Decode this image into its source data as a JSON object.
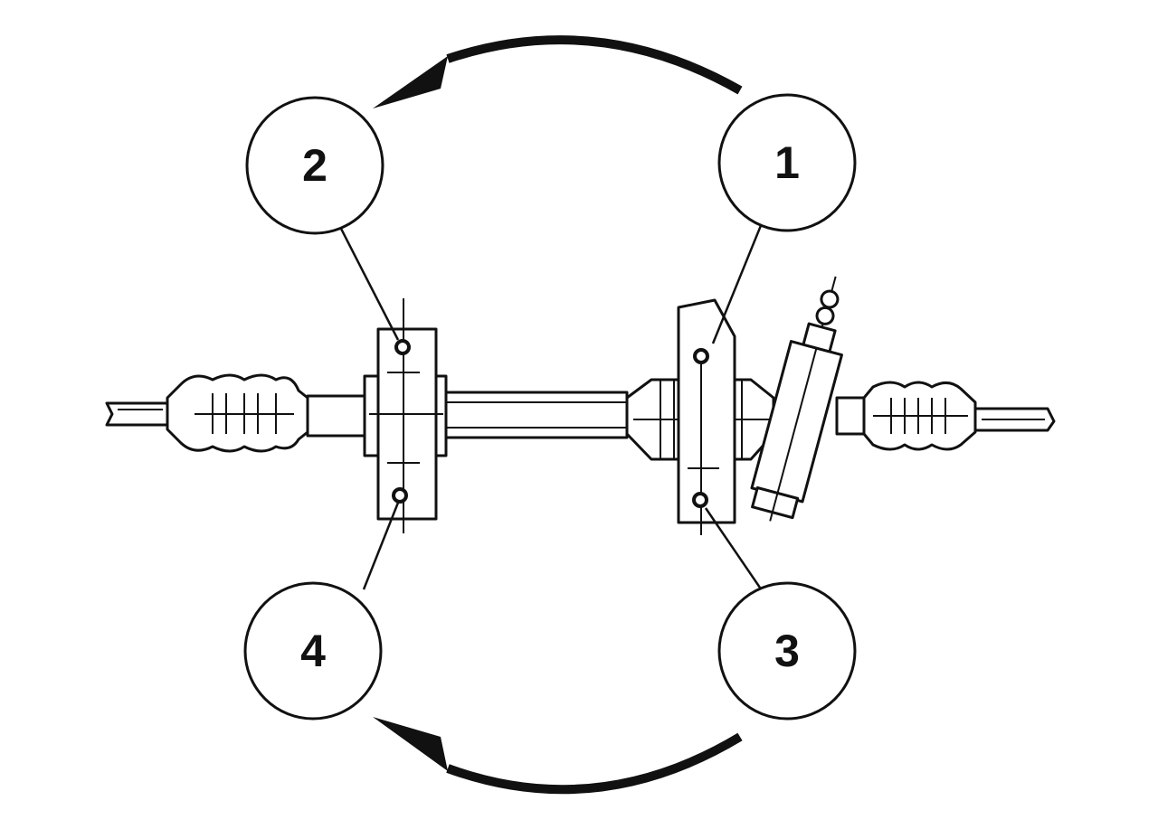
{
  "diagram": {
    "callouts": [
      {
        "label": "1"
      },
      {
        "label": "2"
      },
      {
        "label": "3"
      },
      {
        "label": "4"
      }
    ],
    "colors": {
      "ink": "#111111",
      "paper": "#ffffff",
      "fill": "#ffffff"
    }
  }
}
